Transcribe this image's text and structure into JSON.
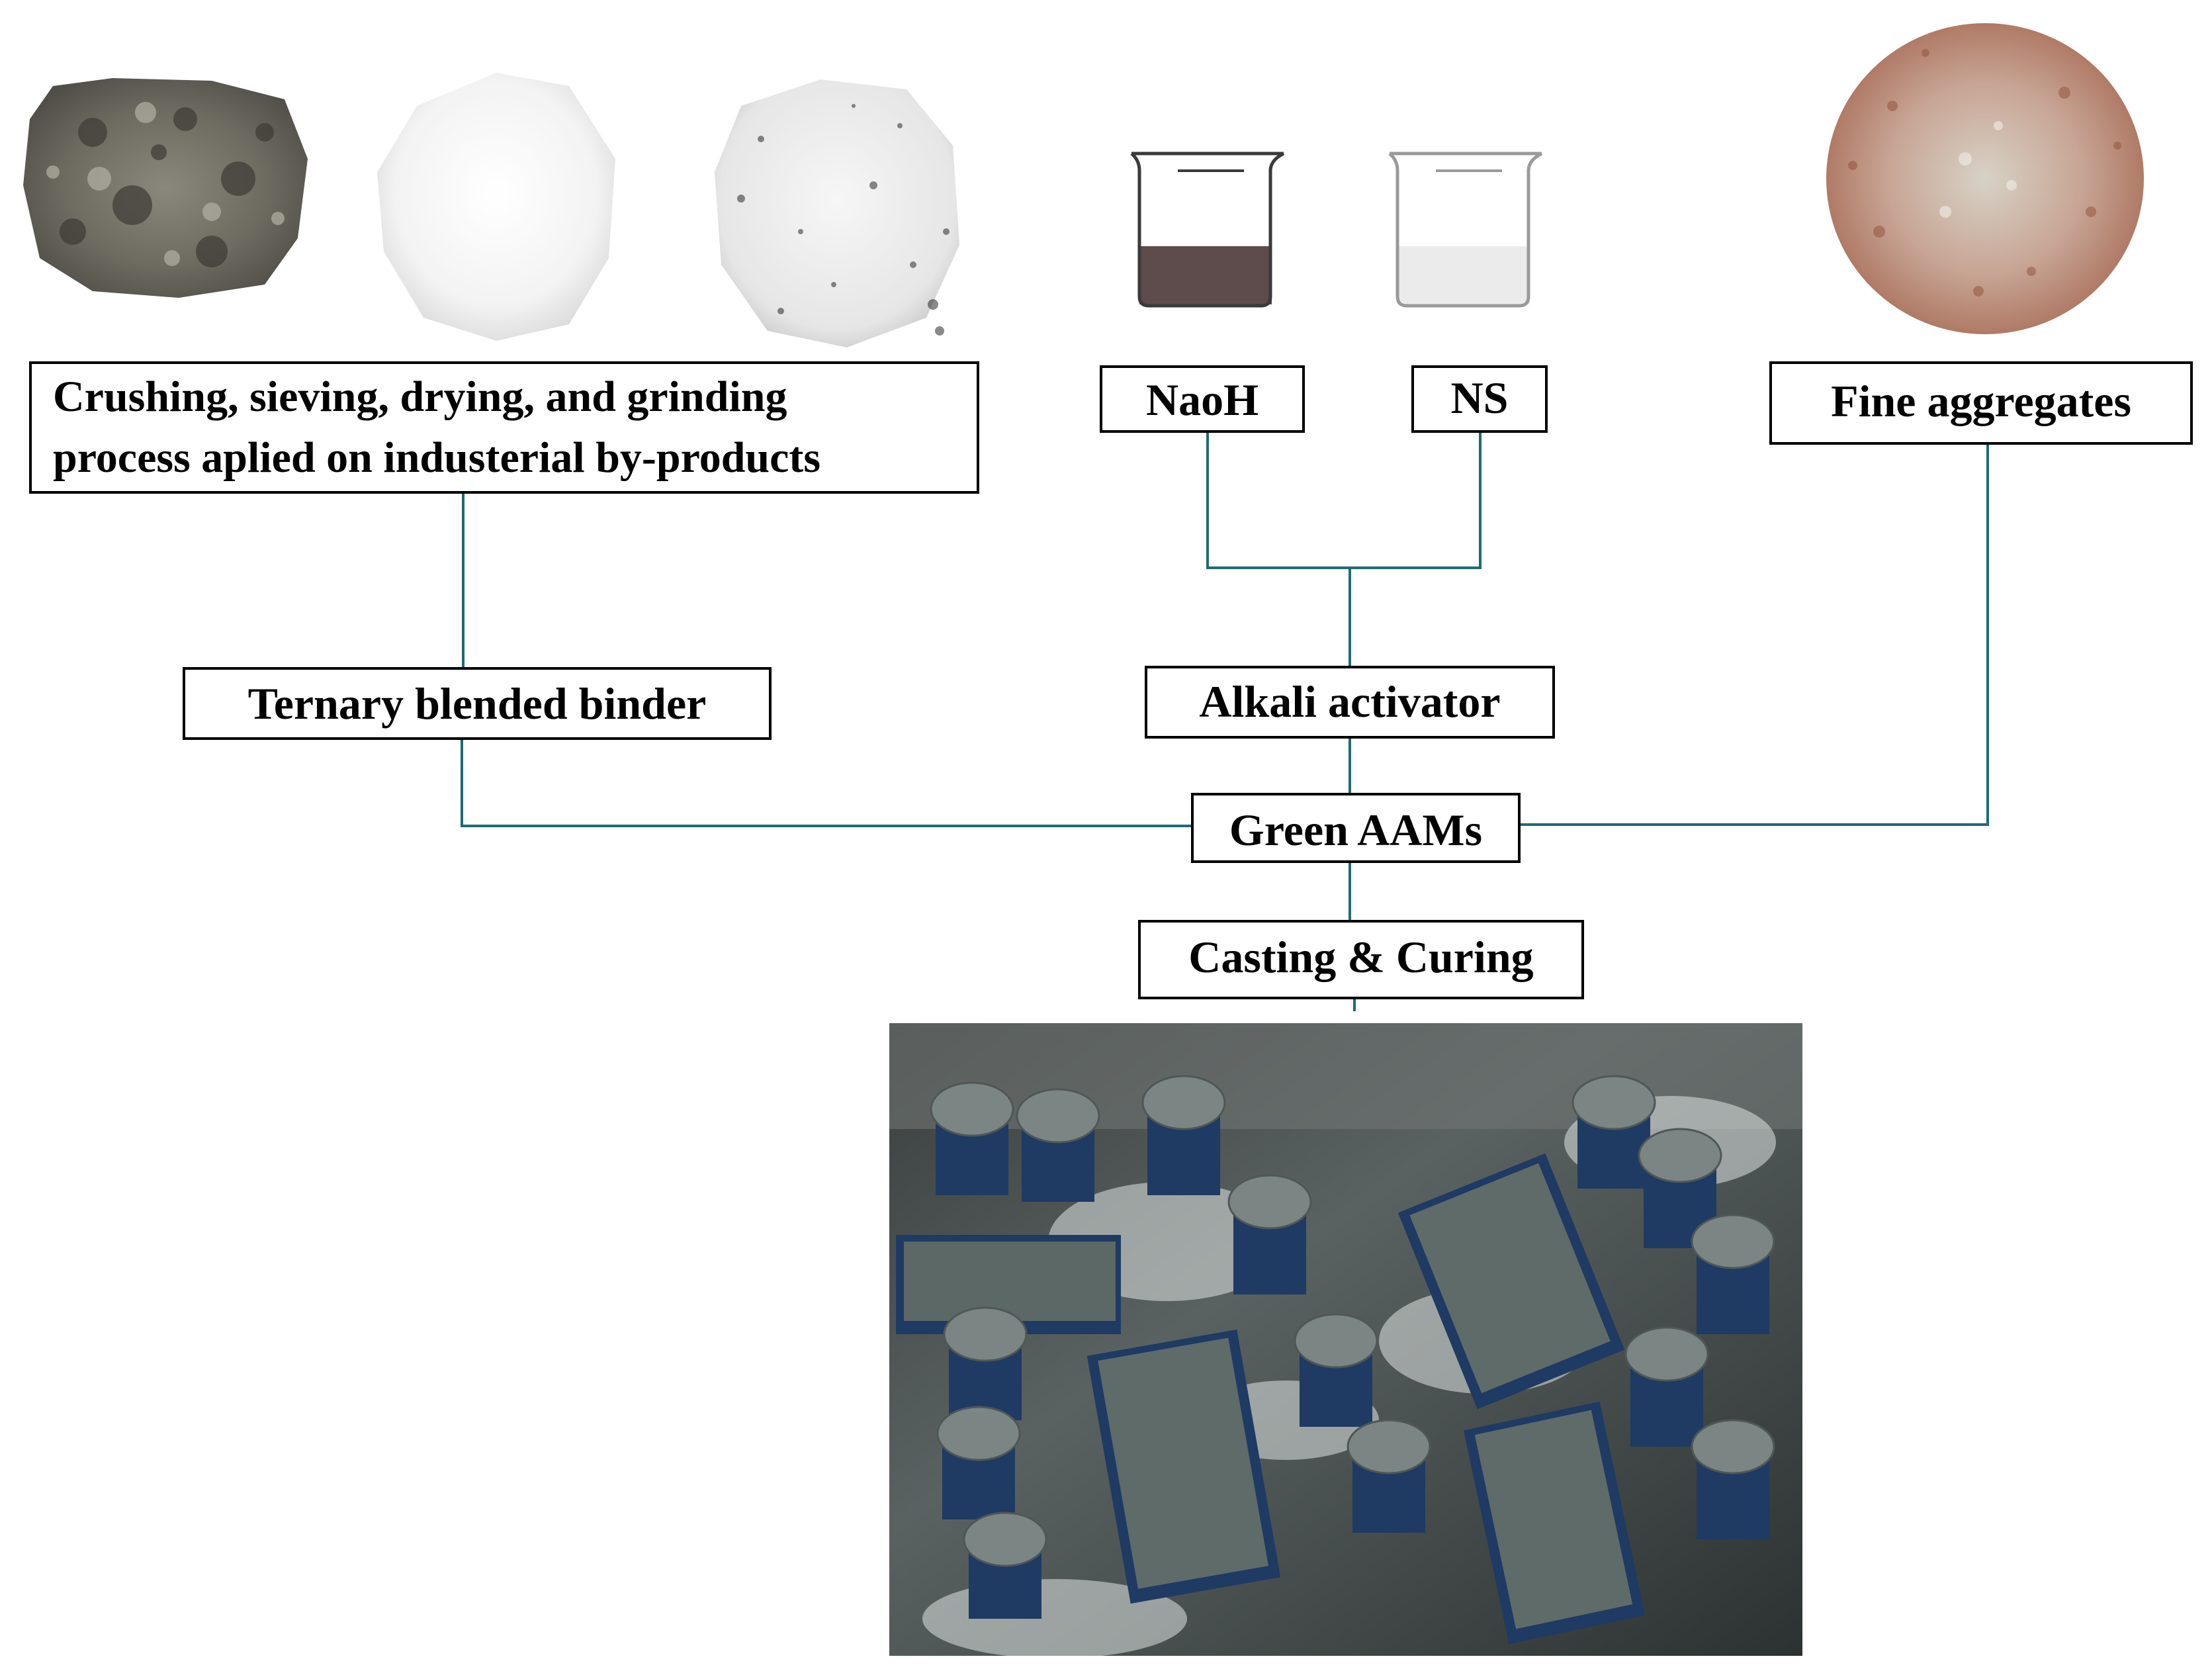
{
  "diagram": {
    "nodes": {
      "process": {
        "line1": "Crushing, sieving, drying, and grinding",
        "line2": "process aplied on industerial by-products"
      },
      "naoh": "NaoH",
      "ns": "NS",
      "fine_aggregates": "Fine aggregates",
      "binder": "Ternary blended binder",
      "activator": "Alkali activator",
      "green_aams": "Green AAMs",
      "casting_curing": "Casting & Curing"
    },
    "edges": [
      {
        "from": "process",
        "to": "binder"
      },
      {
        "from": "naoh",
        "to": "activator"
      },
      {
        "from": "ns",
        "to": "activator"
      },
      {
        "from": "binder",
        "to": "green_aams"
      },
      {
        "from": "activator",
        "to": "green_aams"
      },
      {
        "from": "fine_aggregates",
        "to": "green_aams"
      },
      {
        "from": "green_aams",
        "to": "casting_curing"
      }
    ]
  },
  "colors": {
    "connector": "#1e6b72",
    "box_border": "#000000",
    "naoh_liquid": "#5e4b4b",
    "ns_liquid": "#ebebeb"
  },
  "images": [
    "byproduct-powder-gray-image",
    "byproduct-powder-white-image",
    "byproduct-powder-speckled-image",
    "naoh-beaker-image",
    "ns-beaker-image",
    "fine-aggregates-image",
    "cast-specimens-photo"
  ]
}
